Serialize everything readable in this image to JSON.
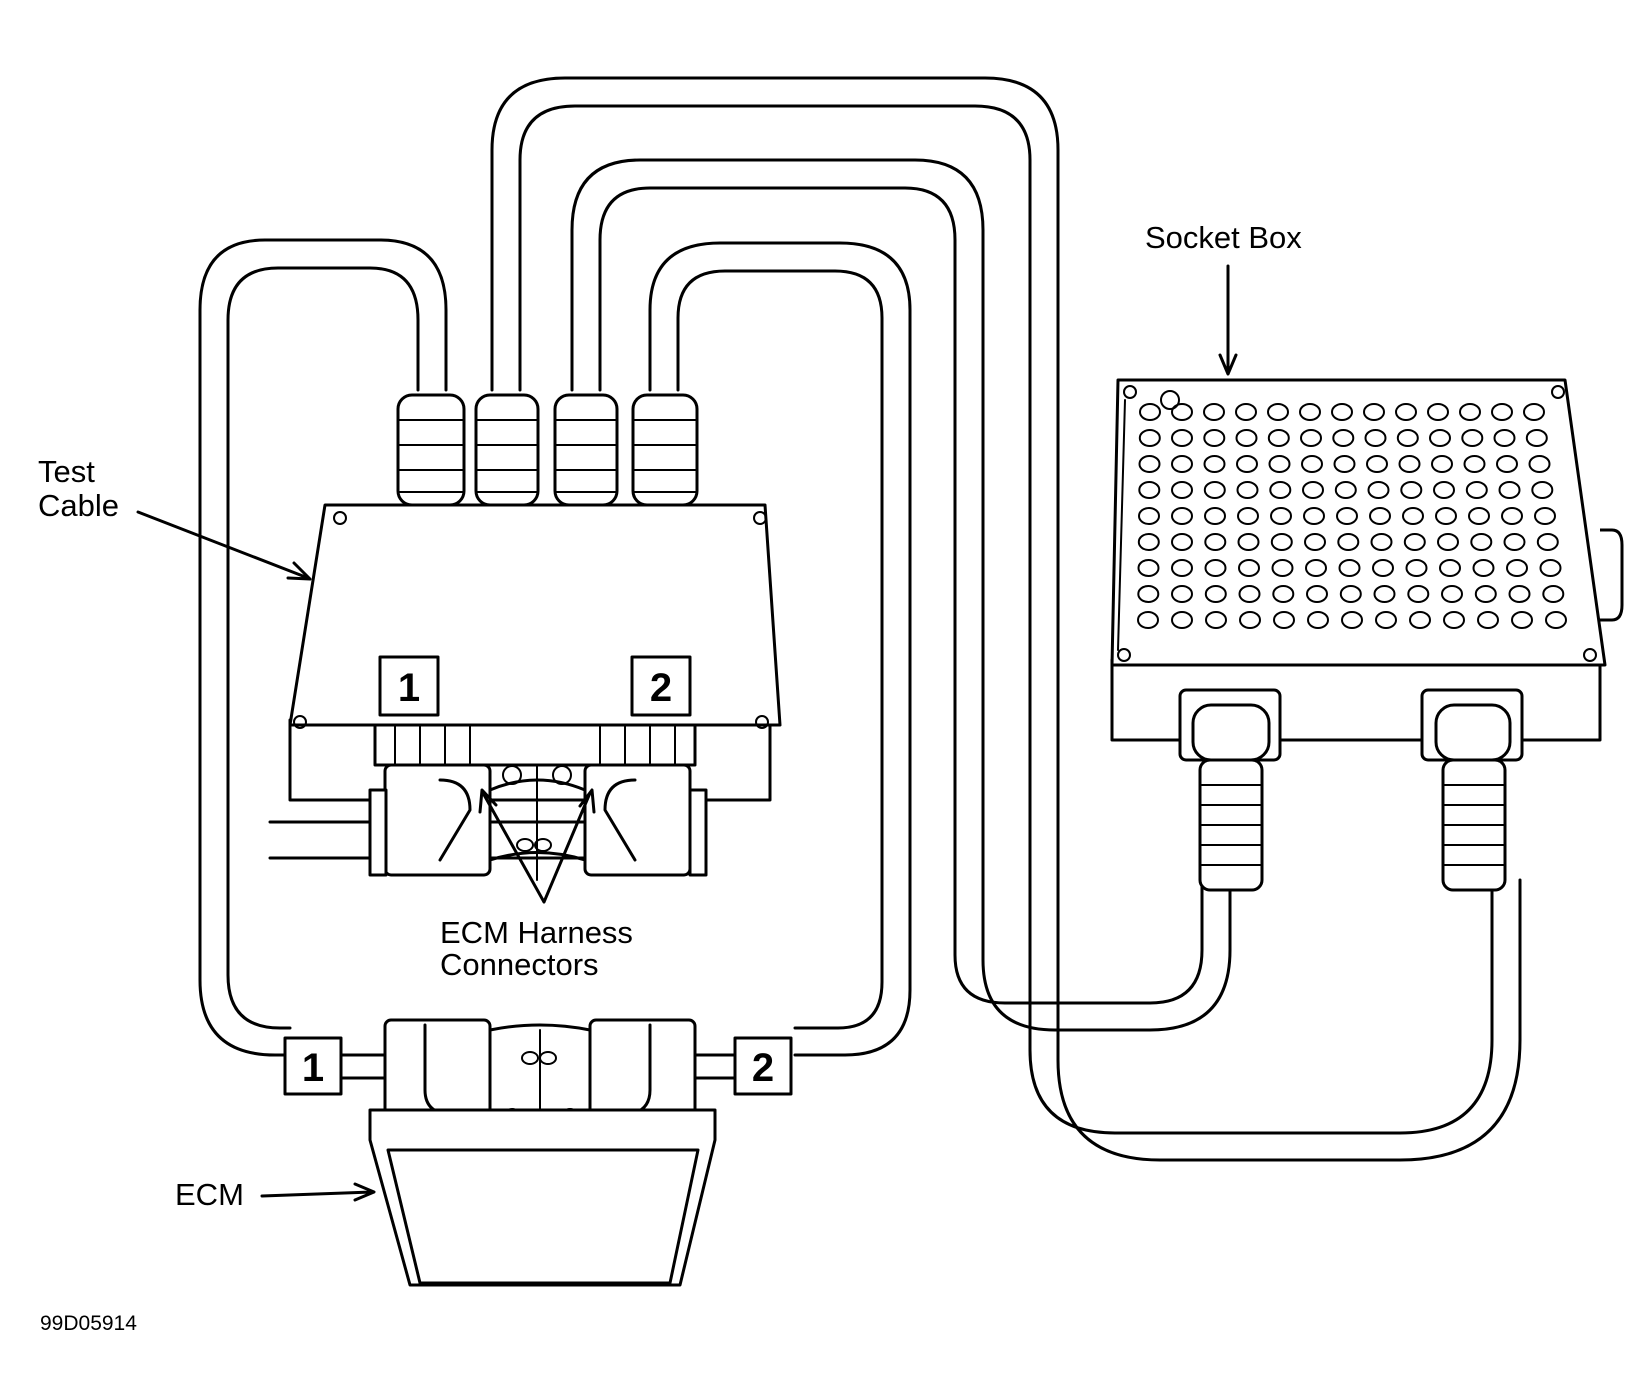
{
  "labels": {
    "socket_box": "Socket Box",
    "test_cable_line1": "Test",
    "test_cable_line2": "Cable",
    "harness_line1": "ECM Harness",
    "harness_line2": "Connectors",
    "ecm": "ECM",
    "figure_code": "99D05914"
  },
  "connector_numbers": {
    "test_box_left": "1",
    "test_box_right": "2",
    "ecm_left": "1",
    "ecm_right": "2"
  },
  "colors": {
    "line": "#000000",
    "background": "#ffffff"
  }
}
